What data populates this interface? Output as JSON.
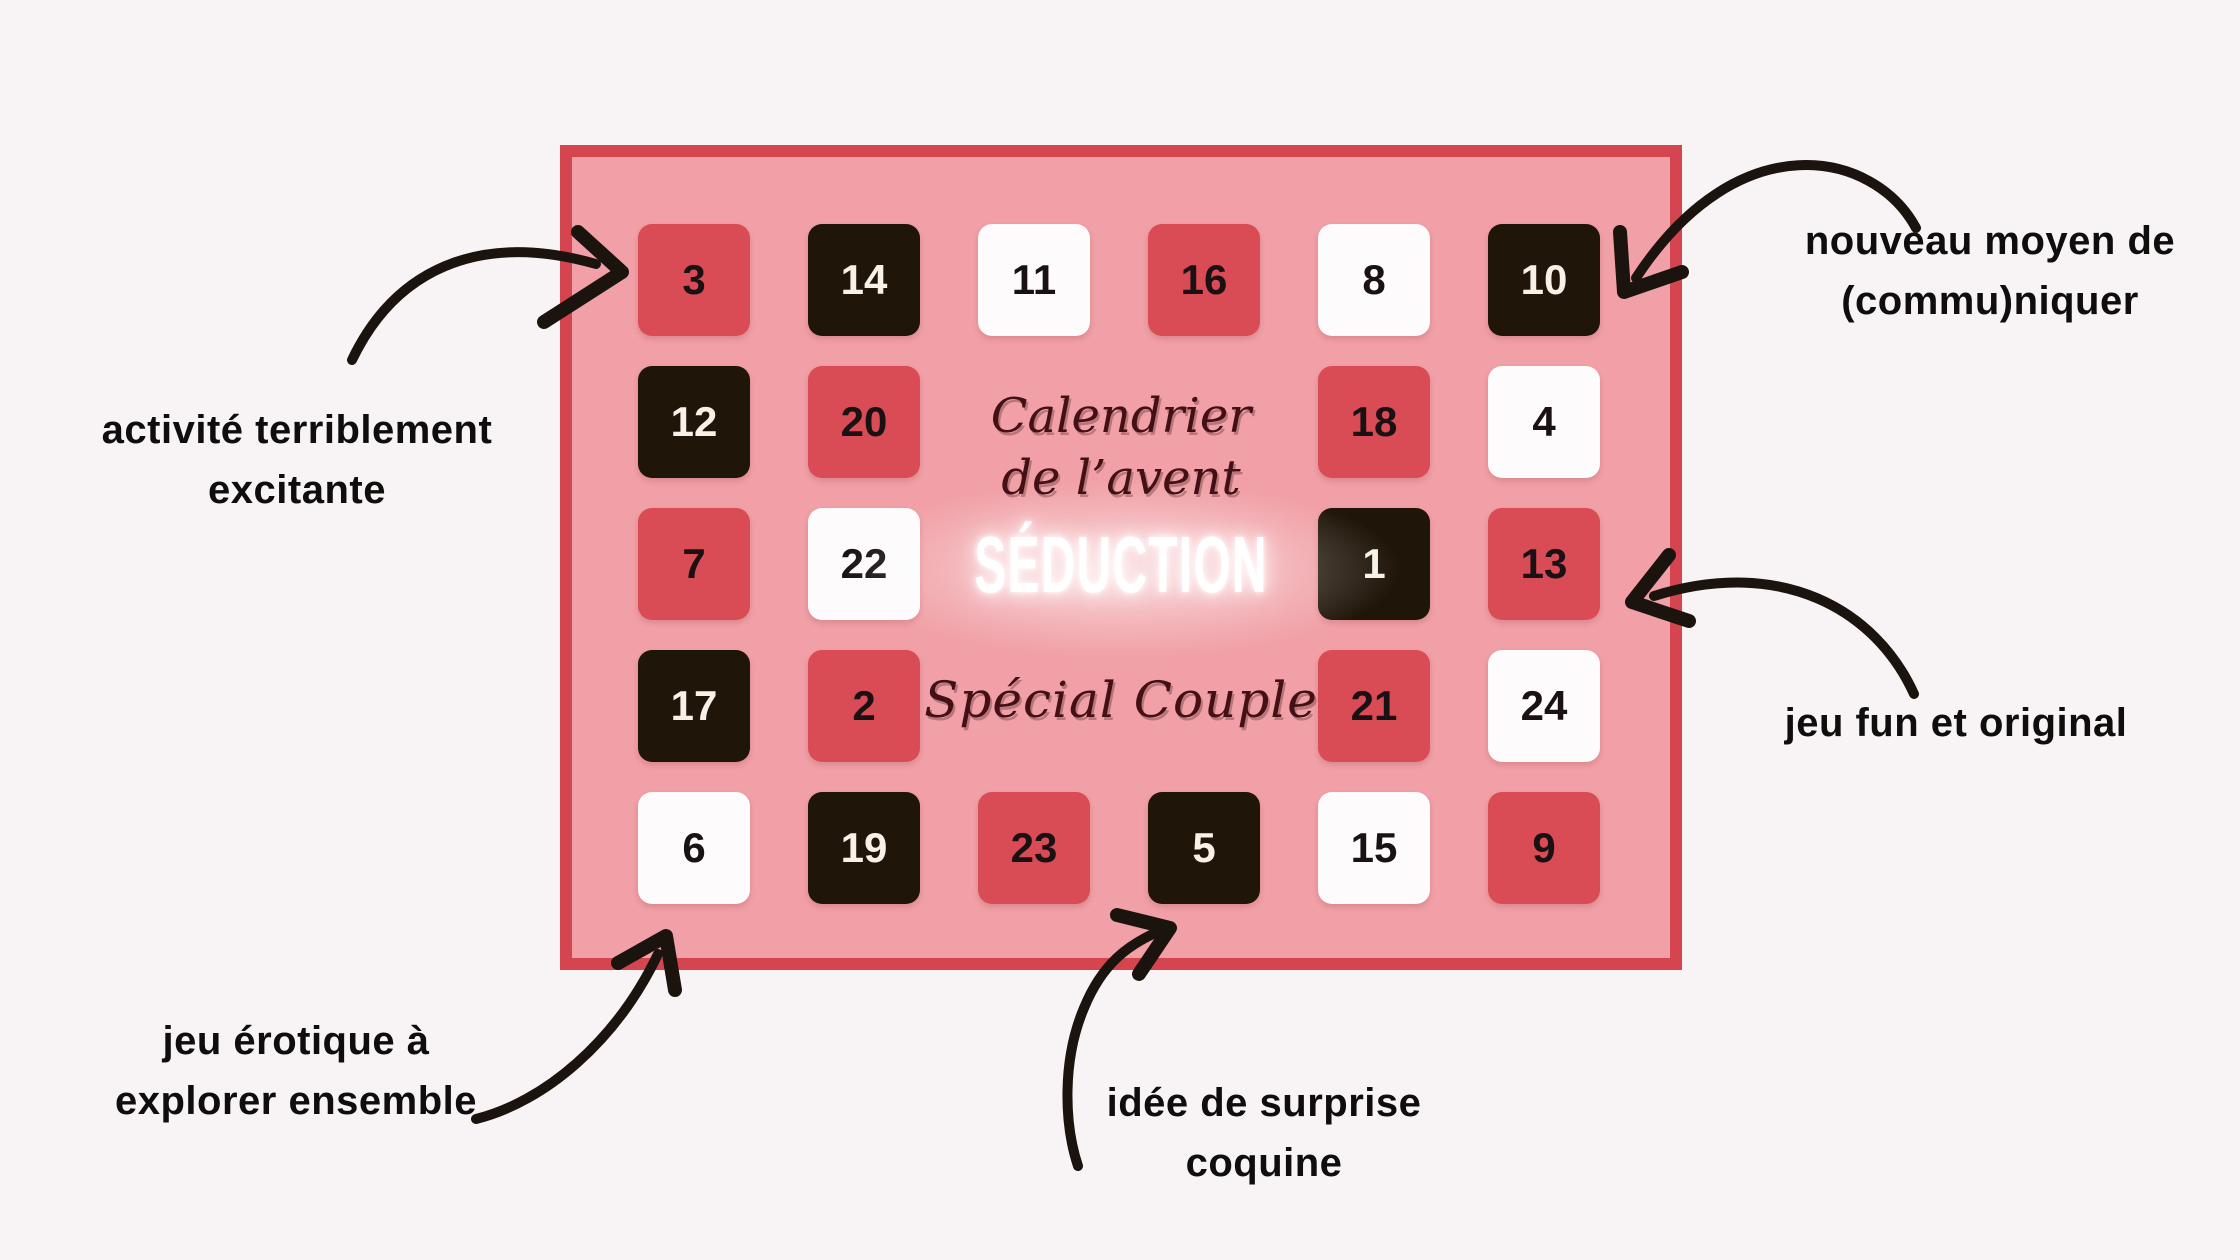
{
  "page": {
    "background": "#f8f4f6"
  },
  "calendar": {
    "heading_line1": "Calendrier",
    "heading_line2": "de l’avent",
    "neon_title": "SÉDUCTION",
    "subtitle": "Spécial Couple",
    "colors": {
      "panel_bg": "#f0a0a6",
      "panel_border": "#d4454f",
      "tile_red": "#d94b55",
      "tile_black": "#201509",
      "tile_white": "#fdfbfc",
      "script_text": "#431015",
      "neon_text": "#ffffff",
      "annotation_text": "#100e0d"
    },
    "tiles": [
      {
        "number": "3",
        "color": "red",
        "col": 0,
        "row": 0
      },
      {
        "number": "14",
        "color": "black",
        "col": 1,
        "row": 0
      },
      {
        "number": "11",
        "color": "white",
        "col": 2,
        "row": 0
      },
      {
        "number": "16",
        "color": "red",
        "col": 3,
        "row": 0
      },
      {
        "number": "8",
        "color": "white",
        "col": 4,
        "row": 0
      },
      {
        "number": "10",
        "color": "black",
        "col": 5,
        "row": 0
      },
      {
        "number": "12",
        "color": "black",
        "col": 0,
        "row": 1
      },
      {
        "number": "20",
        "color": "red",
        "col": 1,
        "row": 1
      },
      {
        "number": "18",
        "color": "red",
        "col": 4,
        "row": 1
      },
      {
        "number": "4",
        "color": "white",
        "col": 5,
        "row": 1
      },
      {
        "number": "7",
        "color": "red",
        "col": 0,
        "row": 2
      },
      {
        "number": "22",
        "color": "white",
        "col": 1,
        "row": 2
      },
      {
        "number": "1",
        "color": "black",
        "col": 4,
        "row": 2
      },
      {
        "number": "13",
        "color": "red",
        "col": 5,
        "row": 2
      },
      {
        "number": "17",
        "color": "black",
        "col": 0,
        "row": 3
      },
      {
        "number": "2",
        "color": "red",
        "col": 1,
        "row": 3
      },
      {
        "number": "21",
        "color": "red",
        "col": 4,
        "row": 3
      },
      {
        "number": "24",
        "color": "white",
        "col": 5,
        "row": 3
      },
      {
        "number": "6",
        "color": "white",
        "col": 0,
        "row": 4
      },
      {
        "number": "19",
        "color": "black",
        "col": 1,
        "row": 4
      },
      {
        "number": "23",
        "color": "red",
        "col": 2,
        "row": 4
      },
      {
        "number": "5",
        "color": "black",
        "col": 3,
        "row": 4
      },
      {
        "number": "15",
        "color": "white",
        "col": 4,
        "row": 4
      },
      {
        "number": "9",
        "color": "red",
        "col": 5,
        "row": 4
      }
    ]
  },
  "annotations": {
    "communication": {
      "line1": "nouveau moyen de",
      "line2": "(commu)niquer"
    },
    "activity": {
      "line1": "activité terriblement",
      "line2": "excitante"
    },
    "game": {
      "line1": "jeu fun et original"
    },
    "erotic_game": {
      "line1": "jeu érotique à",
      "line2": "explorer ensemble"
    },
    "surprise": {
      "line1": "idée de surprise",
      "line2": "coquine"
    }
  }
}
